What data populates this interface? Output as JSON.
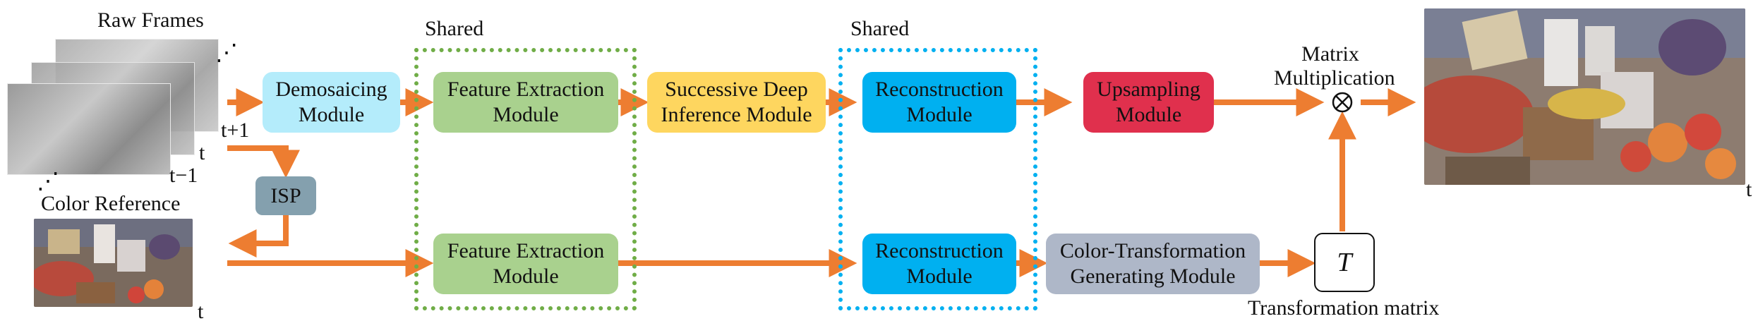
{
  "inputs": {
    "raw_frames_label": "Raw Frames",
    "raw_t_plus_1": "t+1",
    "raw_t": "t",
    "raw_t_minus_1": "t−1",
    "color_reference_label": "Color Reference",
    "color_reference_t": "t"
  },
  "groups": {
    "shared_feature_label": "Shared",
    "shared_reconstruction_label": "Shared"
  },
  "modules": {
    "demosaicing": [
      "Demosaicing",
      "Module"
    ],
    "feature_extraction_top": [
      "Feature Extraction",
      "Module"
    ],
    "successive_deep_inference": [
      "Successive Deep",
      "Inference Module"
    ],
    "reconstruction_top": [
      "Reconstruction",
      "Module"
    ],
    "upsampling": [
      "Upsampling",
      "Module"
    ],
    "isp": "ISP",
    "feature_extraction_bottom": [
      "Feature Extraction",
      "Module"
    ],
    "reconstruction_bottom": [
      "Reconstruction",
      "Module"
    ],
    "color_transformation": [
      "Color-Transformation",
      "Generating Module"
    ],
    "transformation_symbol": "T"
  },
  "annotations": {
    "matrix_multiplication": [
      "Matrix",
      "Multiplication"
    ],
    "multiply_symbol": "⊗",
    "transformation_matrix": "Transformation matrix",
    "output_t": "t"
  },
  "colors": {
    "arrow": "#ed7d31",
    "demosaicing": "#b4ecfb",
    "feature_extraction": "#a9d18e",
    "successive_deep_inference": "#fed65f",
    "reconstruction": "#00b0f0",
    "upsampling": "#e0304d",
    "isp": "#84a0ae",
    "color_transformation": "#aeb7c8",
    "shared_feature_border": "#70ad47",
    "shared_reconstruction_border": "#00b0f0"
  }
}
